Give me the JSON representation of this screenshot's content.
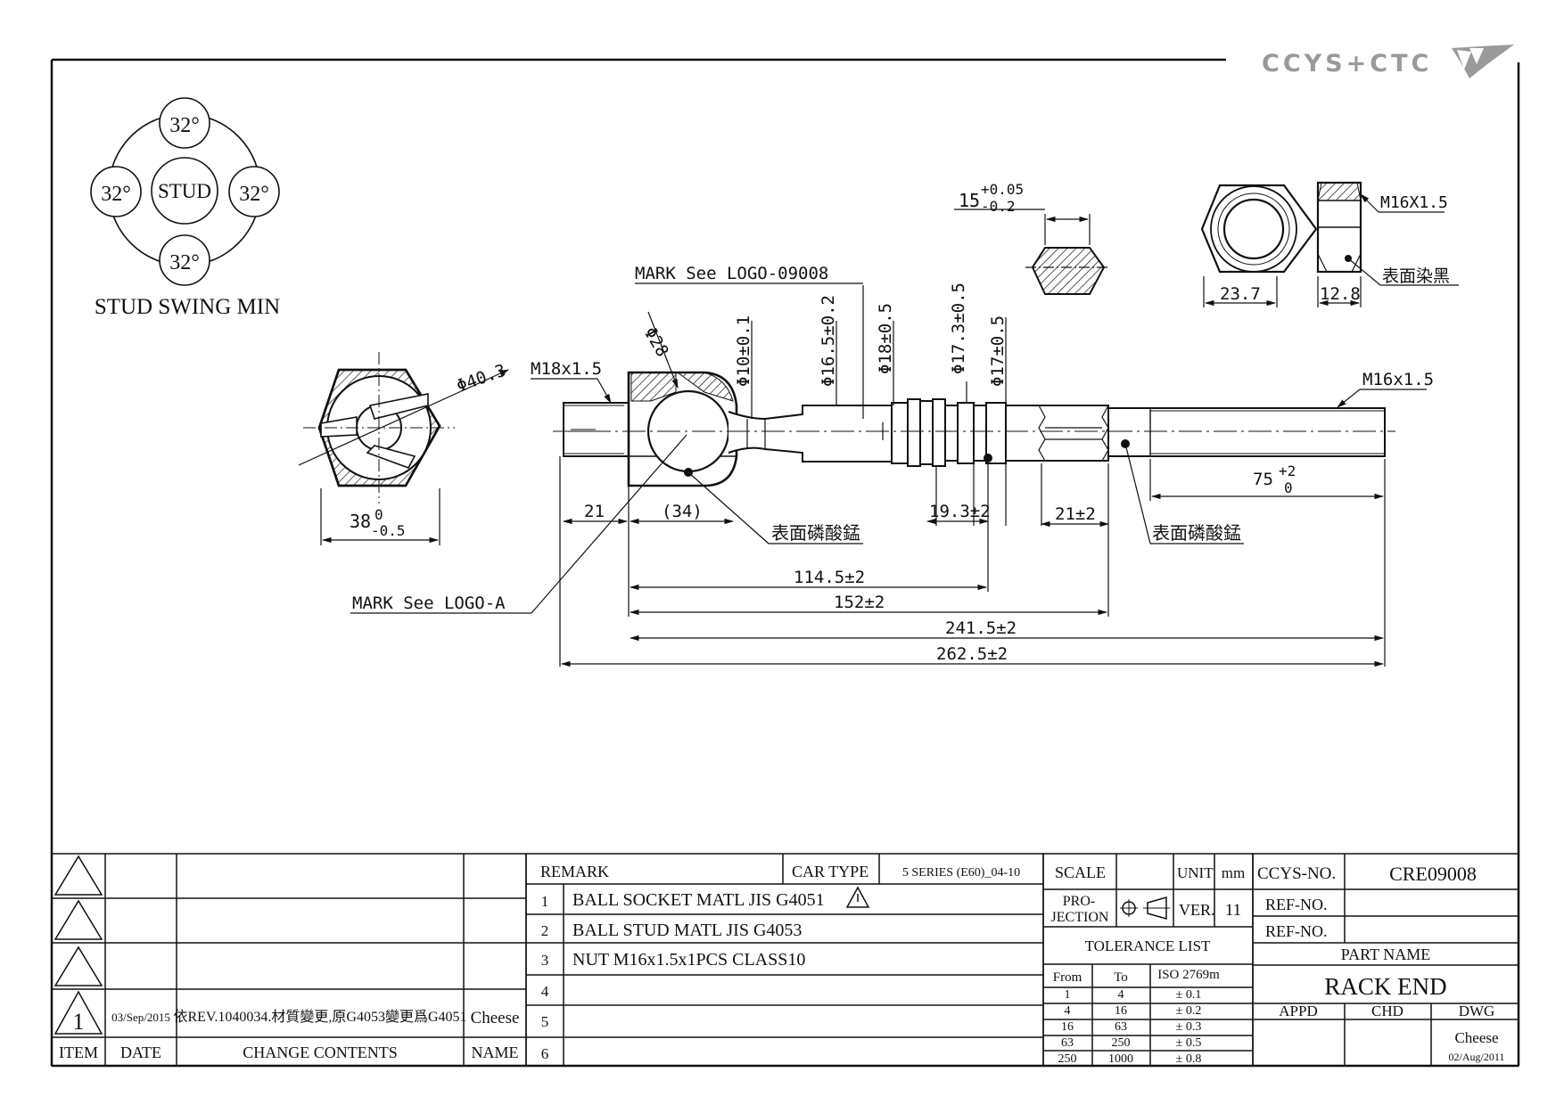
{
  "logo": {
    "text": "CCYS+CTC"
  },
  "swing": {
    "title": "STUD SWING MIN",
    "center": "STUD",
    "angles": [
      "32°",
      "32°",
      "32°",
      "32°"
    ]
  },
  "dims": {
    "hex_width": "38",
    "hex_tol_upper": "0",
    "hex_tol_lower": "-0.5",
    "dia_403": "Φ40.3",
    "m18": "M18x1.5",
    "dia28": "Φ28",
    "dia10": "Φ10±0.1",
    "dia165": "Φ16.5±0.2",
    "dia18": "Φ18±0.5",
    "dia173": "Φ17.3±0.5",
    "dia17": "Φ17±0.5",
    "m16_main": "M16x1.5",
    "d21": "21",
    "d34": "(34)",
    "d193": "19.3±2",
    "d21_2": "21±2",
    "d75": "75",
    "d75_upper": "+2",
    "d75_lower": "0",
    "d1145": "114.5±2",
    "d152": "152±2",
    "d2415": "241.5±2",
    "d2625": "262.5±2",
    "d15": "15",
    "d15_upper": "+0.05",
    "d15_lower": "-0.2",
    "nut_237": "23.7",
    "nut_128": "12.8",
    "nut_m16": "M16X1.5",
    "nut_finish": "表面染黑",
    "finish1": "表面磷酸錳",
    "finish2": "表面磷酸錳",
    "mark1": "MARK See LOGO-09008",
    "mark2": "MARK See LOGO-A"
  },
  "revision": {
    "rows": [
      {
        "item": "",
        "date": "",
        "content": "",
        "name": ""
      },
      {
        "item": "",
        "date": "",
        "content": "",
        "name": ""
      },
      {
        "item": "",
        "date": "",
        "content": "",
        "name": ""
      },
      {
        "item": "1",
        "date": "03/Sep/2015",
        "content": "依REV.1040034.材質變更,原G4053變更爲G4051",
        "name": "Cheese"
      }
    ],
    "headers": {
      "item": "ITEM",
      "date": "DATE",
      "content": "CHANGE CONTENTS",
      "name": "NAME"
    }
  },
  "remark": {
    "label": "REMARK",
    "car_type_label": "CAR TYPE",
    "car_type": "5 SERIES (E60)_04-10",
    "items": [
      {
        "no": "1",
        "text": "BALL SOCKET MATL JIS G4051"
      },
      {
        "no": "2",
        "text": "BALL STUD MATL JIS G4053"
      },
      {
        "no": "3",
        "text": "NUT M16x1.5x1PCS CLASS10"
      },
      {
        "no": "4",
        "text": ""
      },
      {
        "no": "5",
        "text": ""
      },
      {
        "no": "6",
        "text": ""
      }
    ]
  },
  "specs": {
    "scale_label": "SCALE",
    "scale_value": "",
    "unit_label": "UNIT",
    "unit_value": "mm",
    "projection_label_1": "PRO-",
    "projection_label_2": "JECTION",
    "ver_label": "VER.",
    "ver_value": "11",
    "tolerance_title": "TOLERANCE LIST",
    "tol_headers": [
      "From",
      "To",
      "ISO 2769m"
    ],
    "tol_rows": [
      [
        "1",
        "4",
        "± 0.1"
      ],
      [
        "4",
        "16",
        "± 0.2"
      ],
      [
        "16",
        "63",
        "± 0.3"
      ],
      [
        "63",
        "250",
        "± 0.5"
      ],
      [
        "250",
        "1000",
        "± 0.8"
      ]
    ]
  },
  "titleblock": {
    "ccys_label": "CCYS-NO.",
    "ccys_value": "CRE09008",
    "ref1_label": "REF-NO.",
    "ref1_value": "",
    "ref2_label": "REF-NO.",
    "ref2_value": "",
    "part_name_label": "PART NAME",
    "part_name": "RACK END",
    "appd": "APPD",
    "chd": "CHD",
    "dwg": "DWG",
    "appd_value": "",
    "chd_value": "",
    "dwg_value": "Cheese",
    "dwg_date": "02/Aug/2011"
  }
}
